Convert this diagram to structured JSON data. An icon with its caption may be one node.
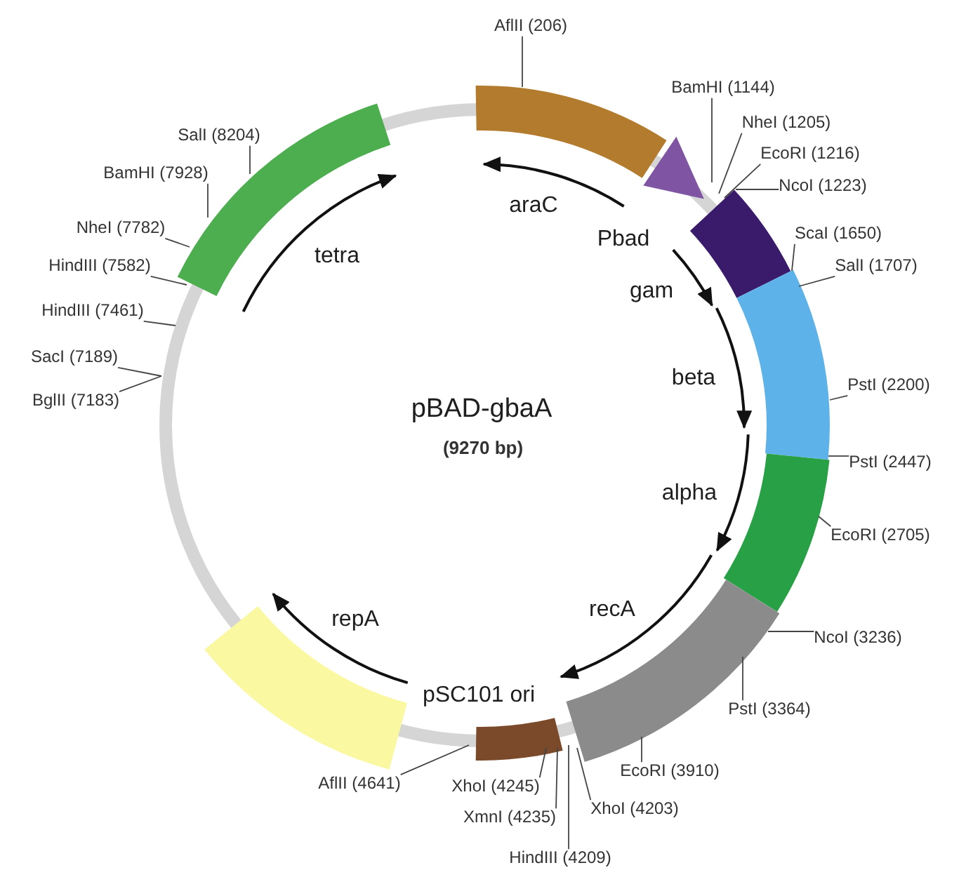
{
  "diagram": {
    "title": "pBAD-gbaA",
    "nodes": [
      {
        "text": [
          "AflII (206)"
        ]
      },
      {
        "text": [
          "BamHI (1144)"
        ]
      },
      {
        "text": [
          "NheI (1205)"
        ]
      },
      {
        "text": [
          "EcoRI (1216)"
        ]
      },
      {
        "text": [
          "NcoI (1223)"
        ]
      },
      {
        "text": [
          "ScaI (1650)"
        ]
      },
      {
        "text": [
          "SalI (1707)"
        ]
      },
      {
        "text": [
          "PstI (2200)"
        ]
      },
      {
        "text": [
          "PstI (2447)"
        ]
      },
      {
        "text": [
          "EcoRI (2705)"
        ]
      },
      {
        "text": [
          "NcoI (3236)"
        ]
      },
      {
        "text": [
          "PstI (3364)"
        ]
      },
      {
        "text": [
          "EcoRI (3910)"
        ]
      },
      {
        "text": [
          "XhoI (4203)"
        ]
      },
      {
        "text": [
          "HindIII (4209)"
        ]
      },
      {
        "text": [
          "XmnI (4235)"
        ]
      },
      {
        "text": [
          "XhoI (4245)"
        ]
      },
      {
        "text": [
          "AflII (4641)"
        ]
      },
      {
        "text": [
          "BglII (7183)"
        ]
      },
      {
        "text": [
          "SacI (7189)"
        ]
      },
      {
        "text": [
          "HindIII (7461)"
        ]
      },
      {
        "text": [
          "HindIII (7582)"
        ]
      },
      {
        "text": [
          "NheI (7782)"
        ]
      },
      {
        "text": [
          "BamHI (7928)"
        ]
      },
      {
        "text": [
          "SalI (8204)"
        ]
      }
    ],
    "edges": [
      {
        "from": 0,
        "to": null,
        "arrow": "none"
      },
      {
        "from": 1,
        "to": null,
        "arrow": "none"
      },
      {
        "from": 2,
        "to": null,
        "arrow": "none"
      },
      {
        "from": 3,
        "to": null,
        "arrow": "none"
      },
      {
        "from": 4,
        "to": null,
        "arrow": "none"
      },
      {
        "from": 5,
        "to": null,
        "arrow": "none"
      },
      {
        "from": 6,
        "to": null,
        "arrow": "none"
      },
      {
        "from": 7,
        "to": null,
        "arrow": "none"
      },
      {
        "from": 8,
        "to": null,
        "arrow": "none"
      },
      {
        "from": 9,
        "to": null,
        "arrow": "none"
      },
      {
        "from": 10,
        "to": null,
        "arrow": "none"
      },
      {
        "from": 11,
        "to": null,
        "arrow": "none"
      },
      {
        "from": 12,
        "to": null,
        "arrow": "none"
      },
      {
        "from": 13,
        "to": null,
        "arrow": "none"
      },
      {
        "from": 14,
        "to": null,
        "arrow": "none"
      },
      {
        "from": 15,
        "to": null,
        "arrow": "none"
      },
      {
        "from": 16,
        "to": null,
        "arrow": "none"
      },
      {
        "from": 17,
        "to": null,
        "arrow": "none"
      },
      {
        "from": 18,
        "to": null,
        "arrow": "none"
      },
      {
        "from": 19,
        "to": null,
        "arrow": "none"
      },
      {
        "from": 20,
        "to": null,
        "arrow": "none"
      },
      {
        "from": 21,
        "to": null,
        "arrow": "none"
      },
      {
        "from": 22,
        "to": null,
        "arrow": "none"
      },
      {
        "from": 23,
        "to": null,
        "arrow": "none"
      },
      {
        "from": 24,
        "to": null,
        "arrow": "none"
      }
    ],
    "labels": [
      "araC",
      "Pbad",
      "tetra",
      "gam",
      "beta",
      "(9270 bp)",
      "alpha",
      "recA",
      "repA",
      "pSC101 ori"
    ]
  }
}
